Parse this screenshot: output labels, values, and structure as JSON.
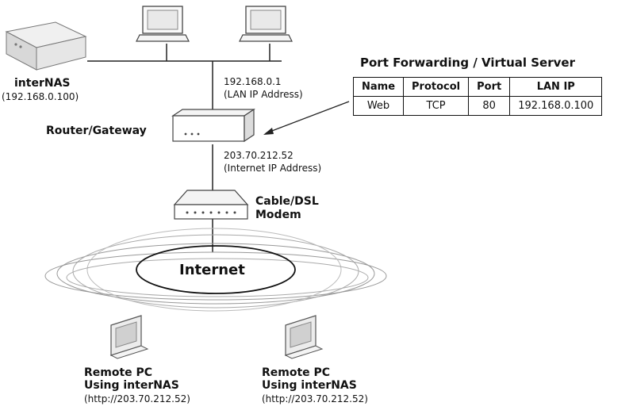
{
  "nas": {
    "title": "interNAS",
    "ip": "(192.168.0.100)"
  },
  "router": {
    "label": "Router/Gateway",
    "lan_ip": "192.168.0.1",
    "lan_ip_caption": "(LAN IP Address)",
    "internet_ip": "203.70.212.52",
    "internet_ip_caption": "(Internet IP Address)"
  },
  "modem": {
    "line1": "Cable/DSL",
    "line2": "Modem"
  },
  "cloud": {
    "label": "Internet"
  },
  "port_forwarding": {
    "title": "Port Forwarding / Virtual Server",
    "headers": [
      "Name",
      "Protocol",
      "Port",
      "LAN IP"
    ],
    "row": [
      "Web",
      "TCP",
      "80",
      "192.168.0.100"
    ]
  },
  "remote_pcs": [
    {
      "line1": "Remote PC",
      "line2": "Using interNAS",
      "url": "(http://203.70.212.52)"
    },
    {
      "line1": "Remote PC",
      "line2": "Using interNAS",
      "url": "(http://203.70.212.52)"
    }
  ]
}
